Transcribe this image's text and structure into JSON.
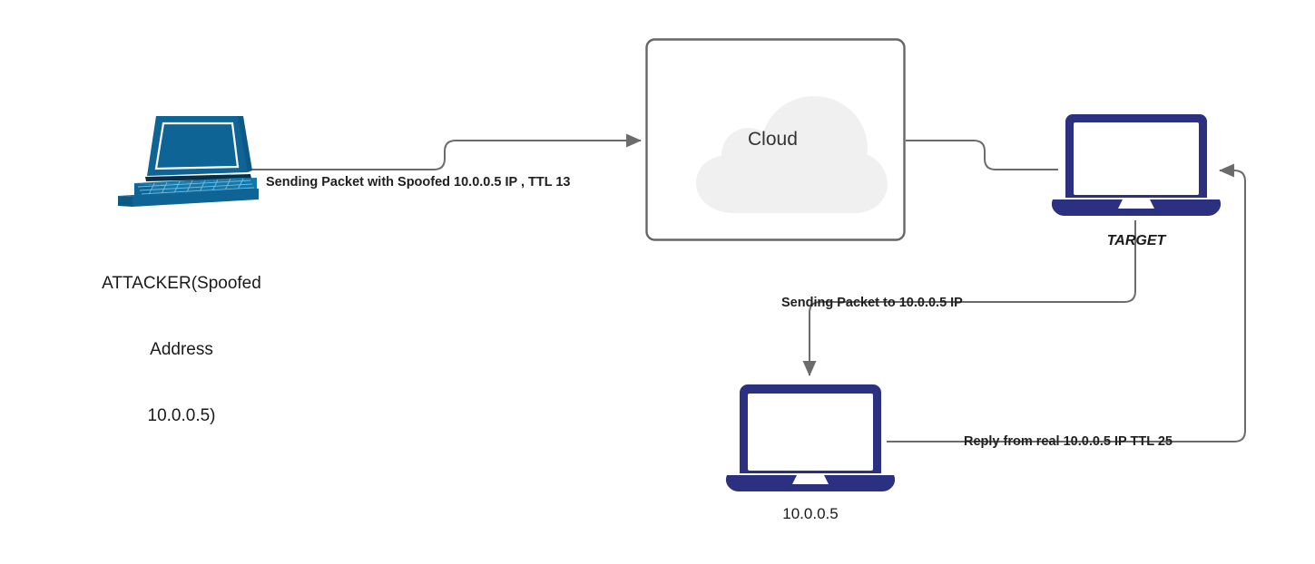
{
  "diagram": {
    "title": "IP spoofing / TTL reflection network diagram",
    "background": "#ffffff",
    "colors": {
      "attacker_device": "#10689b",
      "network_device": "#2b3180",
      "cloud_fill": "#f0f0f0",
      "box_border": "#666666",
      "connector": "#666666",
      "text": "#1a1a1a"
    }
  },
  "nodes": {
    "attacker": {
      "icon": "laptop-isometric-icon",
      "label_lines": [
        "ATTACKER(Spoofed",
        "Address",
        "10.0.0.5)"
      ],
      "label_line_1": "ATTACKER(Spoofed",
      "label_line_2": "Address",
      "label_line_3": "10.0.0.5)"
    },
    "cloud": {
      "icon": "cloud-icon",
      "label": "Cloud",
      "container": "rounded-rectangle"
    },
    "target": {
      "icon": "laptop-icon",
      "label": "TARGET"
    },
    "victim": {
      "icon": "laptop-icon",
      "label": "10.0.0.5"
    }
  },
  "edges": [
    {
      "id": "attacker-to-cloud",
      "label": "Sending Packet with Spoofed 10.0.0.5 IP , TTL 13",
      "from": "attacker",
      "to": "cloud",
      "arrow": true
    },
    {
      "id": "cloud-to-target",
      "label": "",
      "from": "cloud",
      "to": "target",
      "arrow": false
    },
    {
      "id": "target-to-victim",
      "label": "Sending Packet to 10.0.0.5 IP",
      "from": "target",
      "to": "victim",
      "arrow": true
    },
    {
      "id": "victim-to-target",
      "label": "Reply from real 10.0.0.5 IP TTL 25",
      "from": "victim",
      "to": "target",
      "arrow": true
    }
  ]
}
